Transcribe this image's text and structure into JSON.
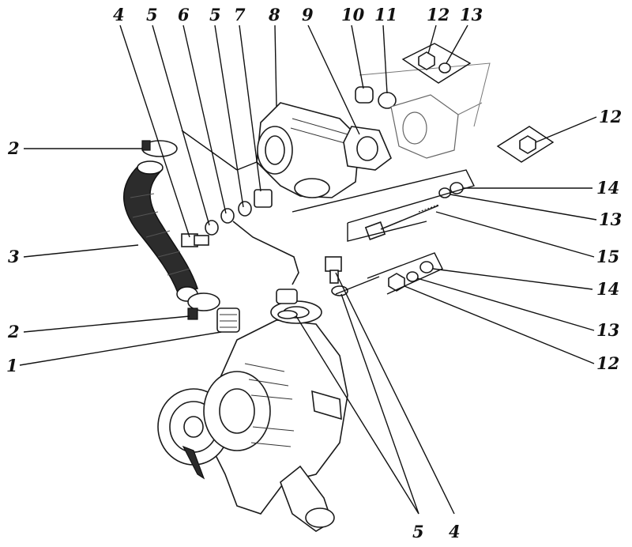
{
  "callouts": {
    "top": [
      "4",
      "5",
      "6",
      "5",
      "7",
      "8",
      "9",
      "10",
      "11",
      "12",
      "13"
    ],
    "left": [
      "2",
      "3",
      "2",
      "1"
    ],
    "right": [
      "12",
      "14",
      "13",
      "15",
      "14",
      "13",
      "12"
    ],
    "bottom": [
      "5",
      "4"
    ]
  },
  "colors": {
    "ink": "#111111",
    "paper": "#ffffff"
  }
}
